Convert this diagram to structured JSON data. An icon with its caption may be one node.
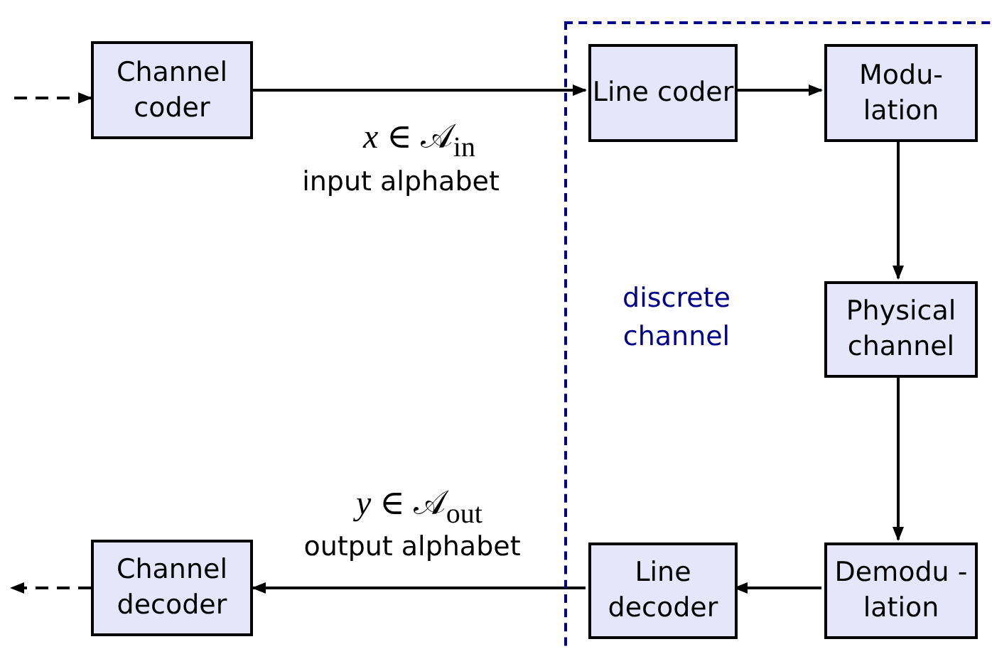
{
  "diagram": {
    "nodes": [
      {
        "text": [
          "discrete channel"
        ]
      },
      {
        "text": [
          "Channel coder"
        ]
      },
      {
        "text": [
          "Line coder"
        ],
        "in": 0
      },
      {
        "text": [
          "Modu-lation"
        ],
        "in": 0
      },
      {
        "text": [
          "Physical channel"
        ],
        "in": 0
      },
      {
        "text": [
          "Demodu -lation"
        ],
        "in": 0
      },
      {
        "text": [
          "Line decoder"
        ],
        "in": 0
      },
      {
        "text": [
          "Channel decoder"
        ]
      }
    ],
    "edges": [
      {
        "from": null,
        "to": 1,
        "arrow": "to",
        "style": "dashed"
      },
      {
        "from": 1,
        "to": 2,
        "arrow": "to"
      },
      {
        "from": 2,
        "to": 3,
        "arrow": "to"
      },
      {
        "from": 3,
        "to": 4,
        "arrow": "to"
      },
      {
        "from": 4,
        "to": 5,
        "arrow": "to"
      },
      {
        "from": 5,
        "to": 6,
        "arrow": "to"
      },
      {
        "from": 6,
        "to": 7,
        "arrow": "to"
      },
      {
        "from": 7,
        "to": null,
        "arrow": "to",
        "style": "dashed"
      }
    ],
    "labels": [
      "*x* ∈ 𝒜$_{in}$",
      "input alphabet",
      "*y* ∈ 𝒜$_{out}$",
      "output alphabet"
    ]
  }
}
